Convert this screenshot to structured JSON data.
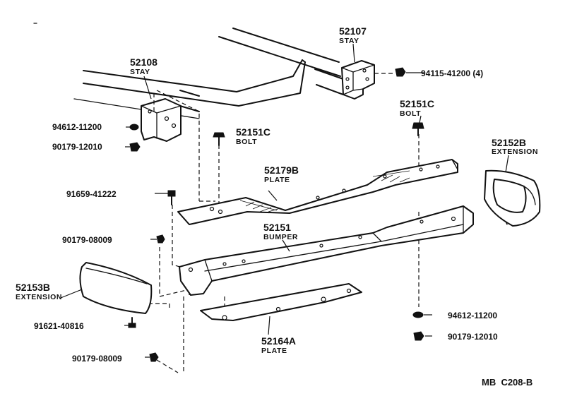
{
  "labels": {
    "l_52107": {
      "number": "52107",
      "name": "STAY"
    },
    "l_52108": {
      "number": "52108",
      "name": "STAY"
    },
    "l_94115": {
      "number": "94115-41200 (4)",
      "name": ""
    },
    "l_94612a": {
      "number": "94612-11200",
      "name": ""
    },
    "l_90179a": {
      "number": "90179-12010",
      "name": ""
    },
    "l_52151c_a": {
      "number": "52151C",
      "name": "BOLT"
    },
    "l_52151c_b": {
      "number": "52151C",
      "name": "BOLT"
    },
    "l_52152b": {
      "number": "52152B",
      "name": "EXTENSION"
    },
    "l_52179b": {
      "number": "52179B",
      "name": "PLATE"
    },
    "l_91659": {
      "number": "91659-41222",
      "name": ""
    },
    "l_52151": {
      "number": "52151",
      "name": "BUMPER"
    },
    "l_90179b": {
      "number": "90179-08009",
      "name": ""
    },
    "l_52153b": {
      "number": "52153B",
      "name": "EXTENSION"
    },
    "l_91621": {
      "number": "91621-40816",
      "name": ""
    },
    "l_94612b": {
      "number": "94612-11200",
      "name": ""
    },
    "l_90179c": {
      "number": "90179-12010",
      "name": ""
    },
    "l_52164a": {
      "number": "52164A",
      "name": "PLATE"
    },
    "l_90179d": {
      "number": "90179-08009",
      "name": ""
    }
  },
  "diagram_code": "MB  C208-B"
}
